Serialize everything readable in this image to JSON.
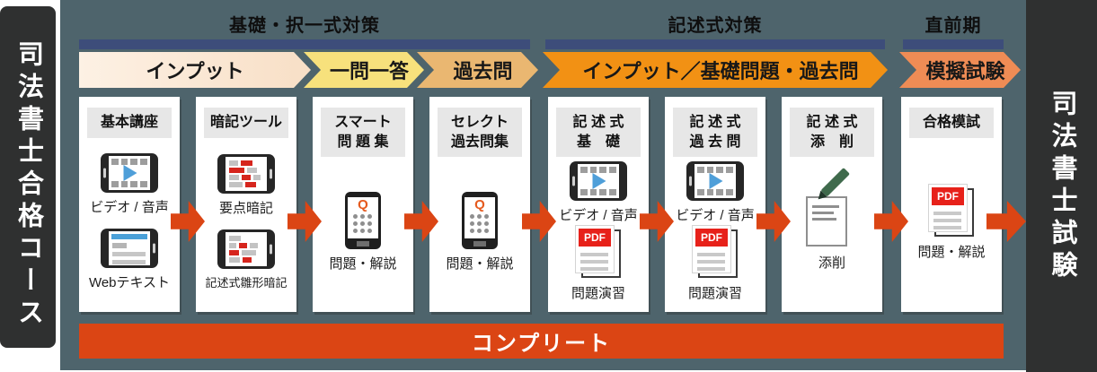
{
  "left_rail": {
    "title": "司法書士合格コース"
  },
  "right_rail": {
    "title": "司法書士試験"
  },
  "sections": [
    {
      "title": "基礎・択一式対策"
    },
    {
      "title": "記述式対策"
    },
    {
      "title": "直前期"
    }
  ],
  "bands": [
    {
      "label": "インプット",
      "color": "#fae6d2"
    },
    {
      "label": "一問一答",
      "color": "#f7e17c"
    },
    {
      "label": "過去問",
      "color": "#eab771"
    },
    {
      "label": "インプット／基礎問題・過去問",
      "color": "#f29114"
    },
    {
      "label": "模擬試験",
      "color": "#ef8c55"
    }
  ],
  "cards": [
    {
      "title": "基本講座",
      "items": [
        {
          "icon": "video-player-icon",
          "label": "ビデオ / 音声"
        },
        {
          "icon": "web-text-icon",
          "label": "Webテキスト"
        }
      ]
    },
    {
      "title": "暗記ツール",
      "items": [
        {
          "icon": "memorization-tablet-icon",
          "label": "要点暗記"
        },
        {
          "icon": "memorization-tablet-icon",
          "label": "記述式雛形暗記"
        }
      ]
    },
    {
      "title": "スマート\n問 題 集",
      "items": [
        {
          "icon": "quiz-phone-icon",
          "label": "問題・解説"
        }
      ]
    },
    {
      "title": "セレクト\n過去問集",
      "items": [
        {
          "icon": "quiz-phone-icon",
          "label": "問題・解説"
        }
      ]
    },
    {
      "title": "記 述 式\n基　礎",
      "items": [
        {
          "icon": "video-player-icon",
          "label": "ビデオ / 音声"
        },
        {
          "icon": "pdf-document-icon",
          "label": "問題演習"
        }
      ]
    },
    {
      "title": "記 述 式\n過 去 問",
      "items": [
        {
          "icon": "video-player-icon",
          "label": "ビデオ / 音声"
        },
        {
          "icon": "pdf-document-icon",
          "label": "問題演習"
        }
      ]
    },
    {
      "title": "記 述 式\n添　削",
      "items": [
        {
          "icon": "correction-paper-pencil-icon",
          "label": "添削"
        }
      ]
    },
    {
      "title": "合格模試",
      "items": [
        {
          "icon": "pdf-document-icon",
          "label": "問題・解説"
        }
      ]
    }
  ],
  "complete_bar": {
    "label": "コンプリート",
    "color": "#db4514"
  },
  "icons": {
    "pdf_label": "PDF",
    "q_label": "Q"
  },
  "colors": {
    "panel_background": "#4e646c",
    "rail_background": "#2f3030",
    "section_bar_blue": "#3d4d7a",
    "flow_arrow_orange": "#db4514",
    "pdf_red": "#e7211a",
    "play_blue": "#4f9fd9",
    "q_orange": "#e55a1e",
    "pencil_green": "#3f6a4c"
  }
}
